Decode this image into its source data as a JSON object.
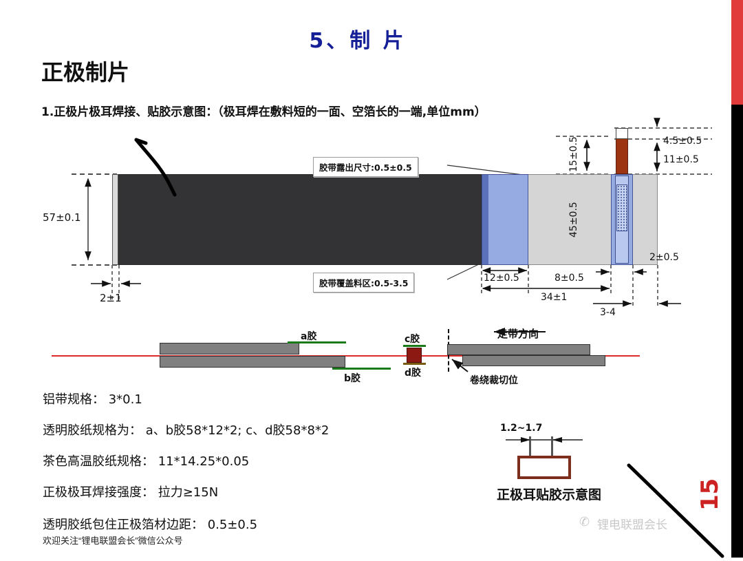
{
  "slide": {
    "title": "5、制 片",
    "section_title": "正极制片",
    "item_line": "1.正极片极耳焊接、贴胶示意图：（极耳焊在敷料短的一面、空箔长的一端,单位mm）",
    "page_number": "15"
  },
  "callouts": {
    "tape_exposed": "胶带露出尺寸:0.5±0.5",
    "tape_cover": "胶带覆盖料区:0.5-3.5"
  },
  "dimensions": {
    "height_57": "57±0.1",
    "left_margin_2": "2±1",
    "tab_above_15": "15±0.5",
    "tab_depth_45": "45±0.5",
    "tip_4_5": "4.5±0.5",
    "brown_11": "11±0.5",
    "tab_width_2": "2±0.5",
    "tape_width_12": "12±0.5",
    "gap_8": "8±0.5",
    "distance_34": "34±1",
    "edge_3_4": "3-4"
  },
  "lower_schematic": {
    "label_a": "a胶",
    "label_b": "b胶",
    "label_c": "c胶",
    "label_d": "d胶",
    "direction": "走带方向",
    "cut_position": "卷绕裁切位"
  },
  "specs": [
    "铝带规格： 3*0.1",
    "透明胶纸规格为： a、b胶58*12*2;     c、d胶58*8*2",
    "茶色高温胶纸规格： 11*14.25*0.05",
    "正极极耳焊接强度： 拉力≥15N",
    "透明胶纸包住正极箔材边距： 0.5±0.5"
  ],
  "inset": {
    "dimension": "1.2~1.7",
    "caption": "正极耳贴胶示意图"
  },
  "watermarks": {
    "footer_note": "欢迎关注“锂电联盟会长”微信公众号",
    "brand": "锂电联盟会长",
    "wechat_icon": "wechat-icon"
  },
  "colors": {
    "title_blue": "#141e96",
    "accent_red": "#e13b3b",
    "coating_dark": "#333335",
    "tape_blue": "#93a9e2",
    "tab_brown": "#9c3412",
    "tape_green": "#1a7a1a",
    "center_red": "#e02a2a"
  }
}
